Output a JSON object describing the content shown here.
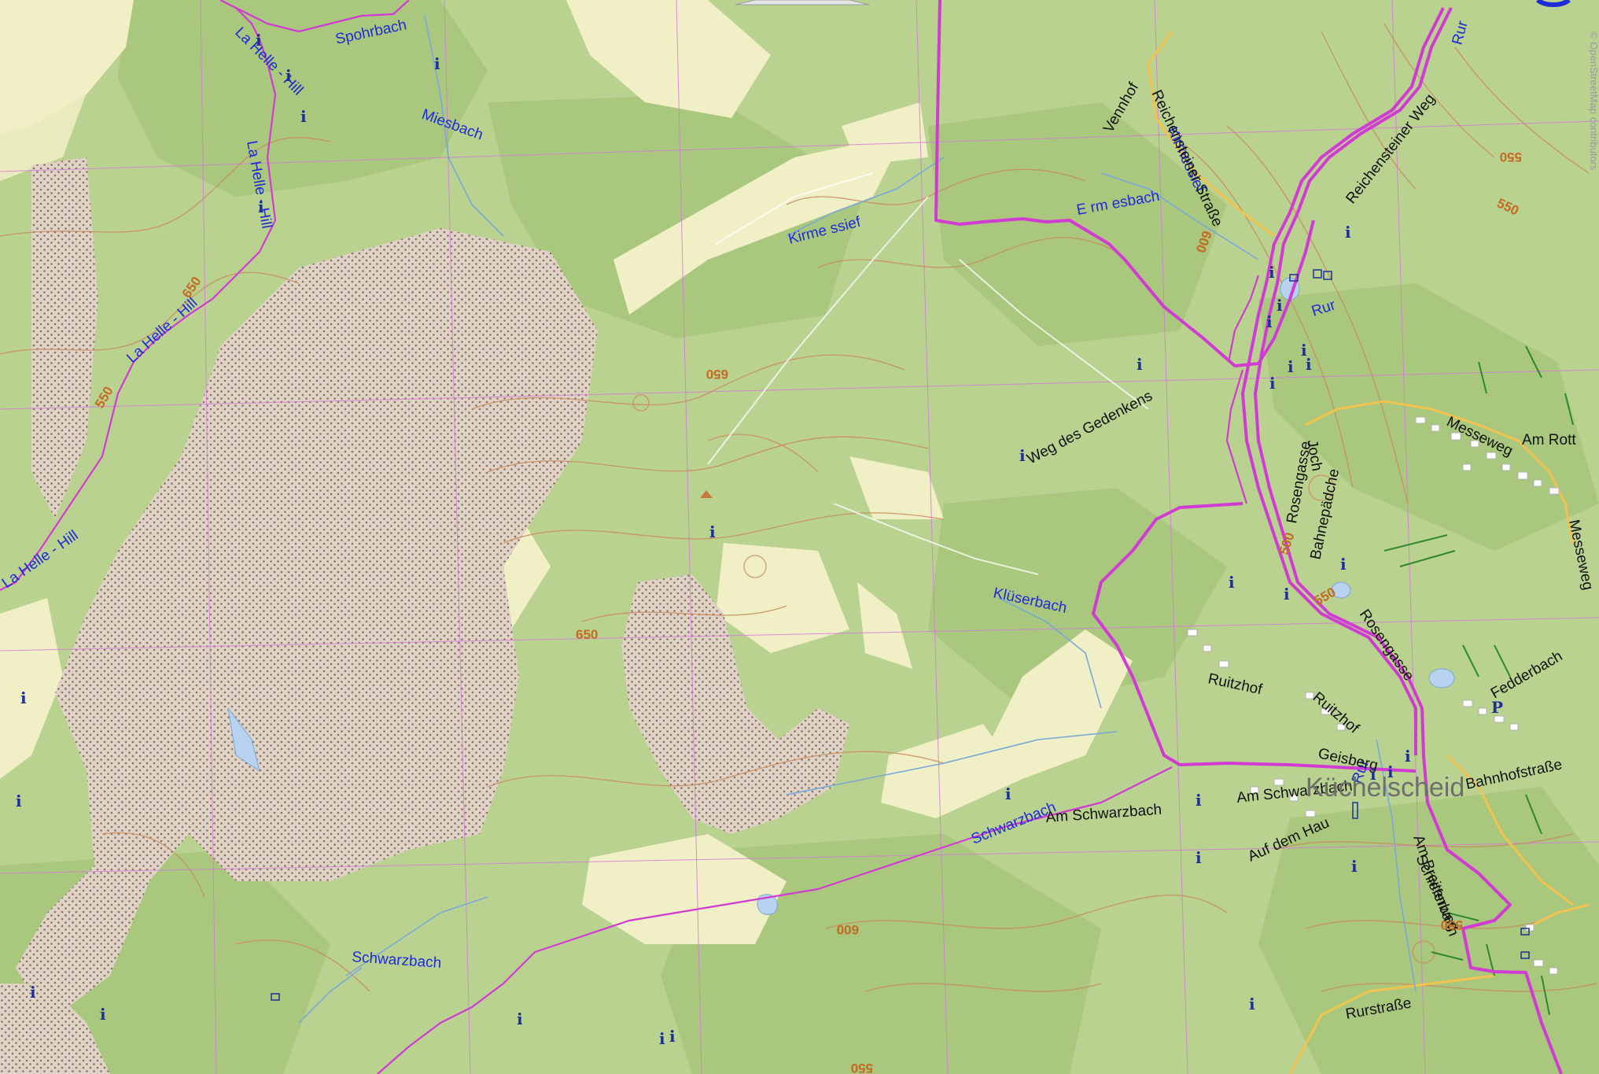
{
  "map": {
    "labels": {
      "spohrbach": "Spohrbach",
      "miesbach": "Miesbach",
      "la_helle_1": "La Helle - Hill",
      "la_helle_2": "La Helle - Hill",
      "la_helle_3": "La Helle - Hill",
      "la_helle_4": "La Helle - Hill",
      "kirmessief_1": "Kirme ssief",
      "kirmessief_2": "Kirmessief",
      "ermesbach": "E rm esbach",
      "vennhof": "Vennhof",
      "reichensteiner_1": "Reichensteiner Straße",
      "reichensteiner_2": "Reichensteiner Weg",
      "rur_1": "Rur",
      "rur_2": "Rur",
      "rur_3": "Rur",
      "weg_des_gedenkens": "Weg des Gedenkens",
      "messeweg_1": "Messeweg",
      "messeweg_2": "Messeweg",
      "am_rott": "Am Rott",
      "rosengasse_1": "Rosengasse",
      "rosengasse_2": "Rosengasse",
      "bahnpaedche": "Bahnepädche",
      "joch": "Joch",
      "kluserbach": "Klüserbach",
      "ruitzhof_1": "Ruitzhof",
      "ruitzhof_2": "Ruitzhof",
      "fedderbach": "Fedderbach",
      "geisberg": "Geisberg",
      "kuchelscheid": "Küchelscheid",
      "am_schwarzbach_1": "Am Schwarzbach",
      "am_schwarzbach_2": "Am Schwarzbach",
      "bahnhofstrasse": "Bahnhofstraße",
      "auf_dem_hau": "Auf dem Hau",
      "schwarzbach_1": "Schwarzbach",
      "schwarzbach_2": "Schwarzbach",
      "am_breitenbach": "Am Breitenbach",
      "schieferwaeg": "Schieferweg",
      "rurstrasse": "Rurstraße"
    },
    "elevations": [
      "650",
      "650",
      "650",
      "600",
      "550",
      "550",
      "550",
      "550",
      "600",
      "500",
      "550",
      "550"
    ],
    "sidebar_text": "© OpenStreetMap contributors",
    "poi_symbol": "i",
    "parking_symbol": "P",
    "colors": {
      "forest": "#b4cf8a",
      "meadow": "#f0efc4",
      "heath": "#d8c7b4",
      "border": "#d13bd4",
      "water": "#1f2bd6",
      "road": "#f2c34e",
      "contour": "#c98a5c"
    }
  }
}
